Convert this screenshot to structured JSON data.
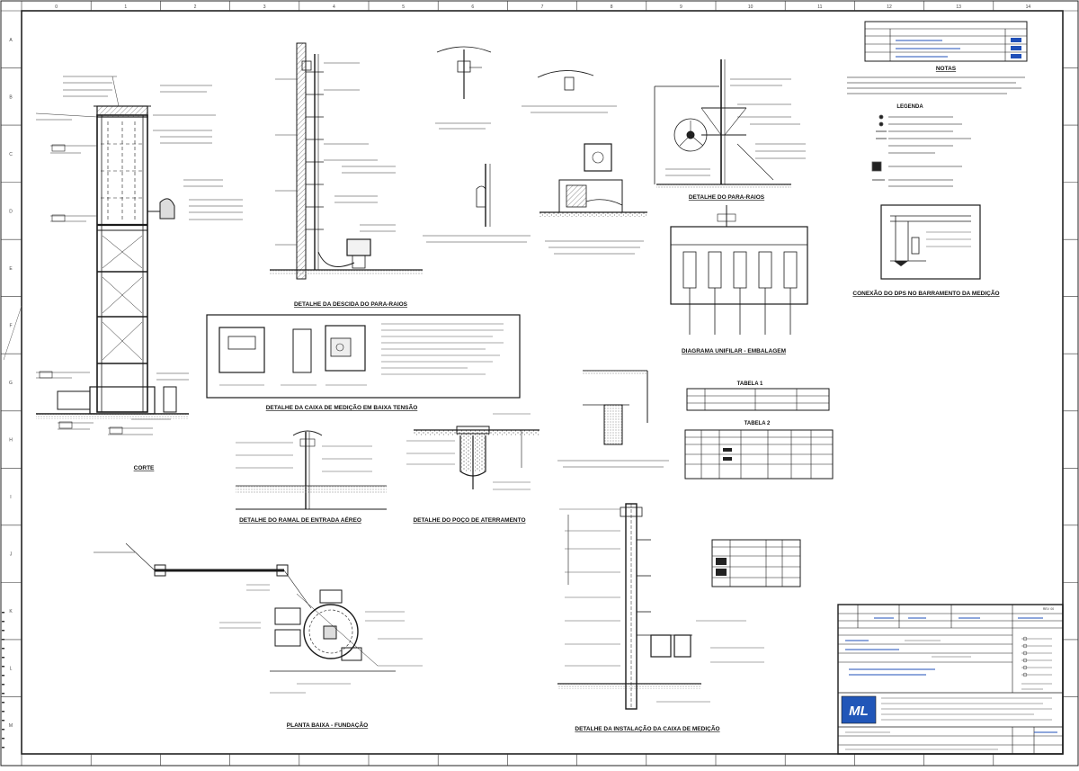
{
  "sheet": {
    "grid_columns": [
      "0",
      "1",
      "2",
      "3",
      "4",
      "5",
      "6",
      "7",
      "8",
      "9",
      "10",
      "11",
      "12",
      "13",
      "14"
    ],
    "grid_rows": [
      "A",
      "B",
      "C",
      "D",
      "E",
      "F",
      "G",
      "H",
      "I",
      "J",
      "K",
      "L",
      "M"
    ]
  },
  "details": {
    "elevation_title": "CORTE",
    "pole_top_title": "DETALHE DA DESCIDA DO PARA-RAIOS",
    "box_detail_title": "DETALHE DA CAIXA DE MEDIÇÃO EM BAIXA TENSÃO",
    "aerial_branch_title": "DETALHE DO RAMAL DE ENTRADA AÉREO",
    "grounding_well_title": "DETALHE DO POÇO DE ATERRAMENTO",
    "plan_title": "PLANTA BAIXA - FUNDAÇÃO",
    "pole_installation_title": "DETALHE DA INSTALAÇÃO DA CAIXA DE MEDIÇÃO",
    "cross_arm_title": "DETALHE DO PARA-RAIOS",
    "unifilar_title": "DIAGRAMA UNIFILAR - EMBALAGEM",
    "dps_title": "CONEXÃO DO DPS NO BARRAMENTO DA MEDIÇÃO",
    "table1_title": "TABELA 1",
    "table2_title": "TABELA 2",
    "notes_title": "NOTAS",
    "legend_title": "LEGENDA"
  },
  "title_block": {
    "company": "ML",
    "revision": "REV. 00"
  },
  "colors": {
    "line": "#1a1a1a",
    "accent_blue": "#1f4fb8",
    "logo_blue": "#2156b8"
  }
}
